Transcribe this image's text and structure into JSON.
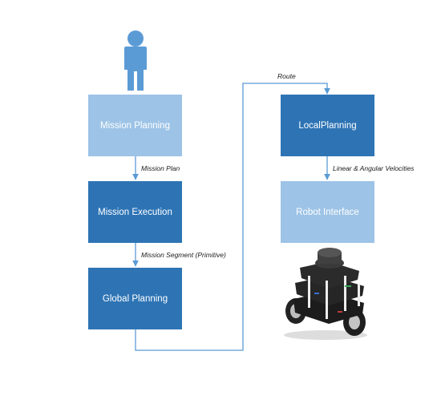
{
  "nodes": {
    "mission_planning": "Mission Planning",
    "mission_execution": "Mission Execution",
    "global_planning": "Global Planning",
    "local_planning": "LocalPlanning",
    "robot_interface": "Robot Interface"
  },
  "edges": {
    "mission_plan": "Mission Plan",
    "mission_segment": "Mission Segment (Primitive)",
    "route": "Route",
    "velocities": "Linear & Angular Velocities"
  },
  "colors": {
    "dark_box": "#2e74b5",
    "light_box": "#9dc3e6",
    "connector": "#5b9bd5",
    "person_icon": "#5b9bd5"
  },
  "icons": {
    "operator": "person-icon",
    "robot": "robot-image"
  }
}
